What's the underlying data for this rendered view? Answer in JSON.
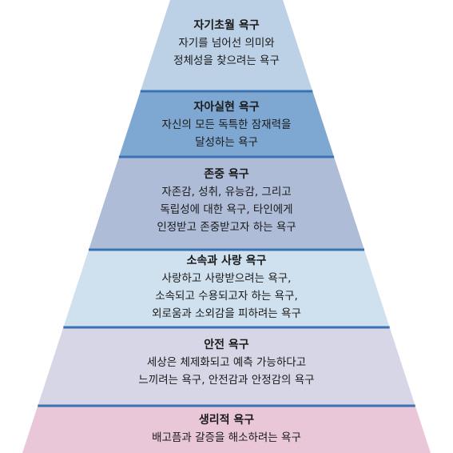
{
  "colors": {
    "separator": "#3a73b3",
    "text": "#1a1a1a"
  },
  "levels": [
    {
      "title": "자기초월 욕구",
      "desc": [
        "자기를 넘어선 의미와",
        "정체성을 찾으려는 욕구"
      ],
      "fill": "#bcd1e6"
    },
    {
      "title": "자아실현 욕구",
      "desc": [
        "자신의 모든 독특한 잠재력을",
        "달성하는 욕구"
      ],
      "fill": "#7ea8d2"
    },
    {
      "title": "존중 욕구",
      "desc": [
        "자존감, 성취, 유능감, 그리고",
        "독립성에 대한 욕구, 타인에게",
        "인정받고 존중받고자 하는 욕구"
      ],
      "fill": "#aebcd8"
    },
    {
      "title": "소속과 사랑 욕구",
      "desc": [
        "사랑하고 사랑받으려는 욕구,",
        "소속되고 수용되고자 하는 욕구,",
        "외로움과 소외감을 피하려는 욕구"
      ],
      "fill": "#cfe0ef"
    },
    {
      "title": "안전 욕구",
      "desc": [
        "세상은 체제화되고 예측 가능하다고",
        "느끼려는 욕구, 안전감과 안정감의 욕구"
      ],
      "fill": "#d7d6e6"
    },
    {
      "title": "생리적 욕구",
      "desc": [
        "배고픔과 갈증을 해소하려는 욕구"
      ],
      "fill": "#e9c7d8"
    }
  ]
}
